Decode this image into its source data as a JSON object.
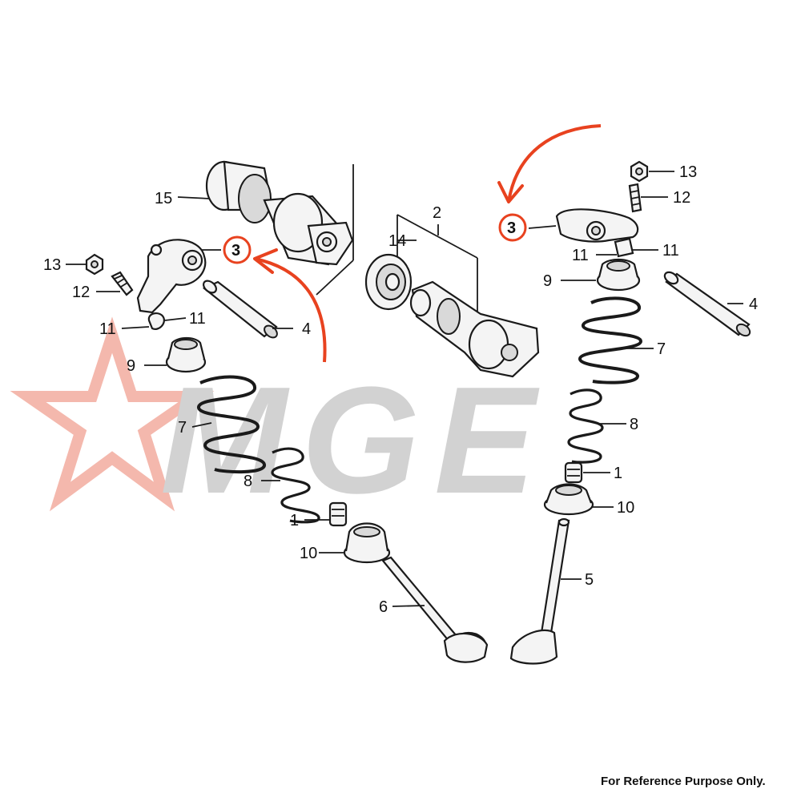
{
  "colors": {
    "accent_red": "#e8421f",
    "watermark_grey": "#cfcfcf",
    "watermark_star": "#f4b8ad",
    "line": "#1a1a1a"
  },
  "watermark": {
    "text": "MGE"
  },
  "callouts": {
    "n1": "1",
    "n2": "2",
    "n3": "3",
    "n4": "4",
    "n5": "5",
    "n6": "6",
    "n7": "7",
    "n8": "8",
    "n9": "9",
    "n10": "10",
    "n11": "11",
    "n12": "12",
    "n13": "13",
    "n14": "14",
    "n15": "15"
  },
  "highlighted_part": "3",
  "footer": {
    "note": "For Reference Purpose Only."
  }
}
